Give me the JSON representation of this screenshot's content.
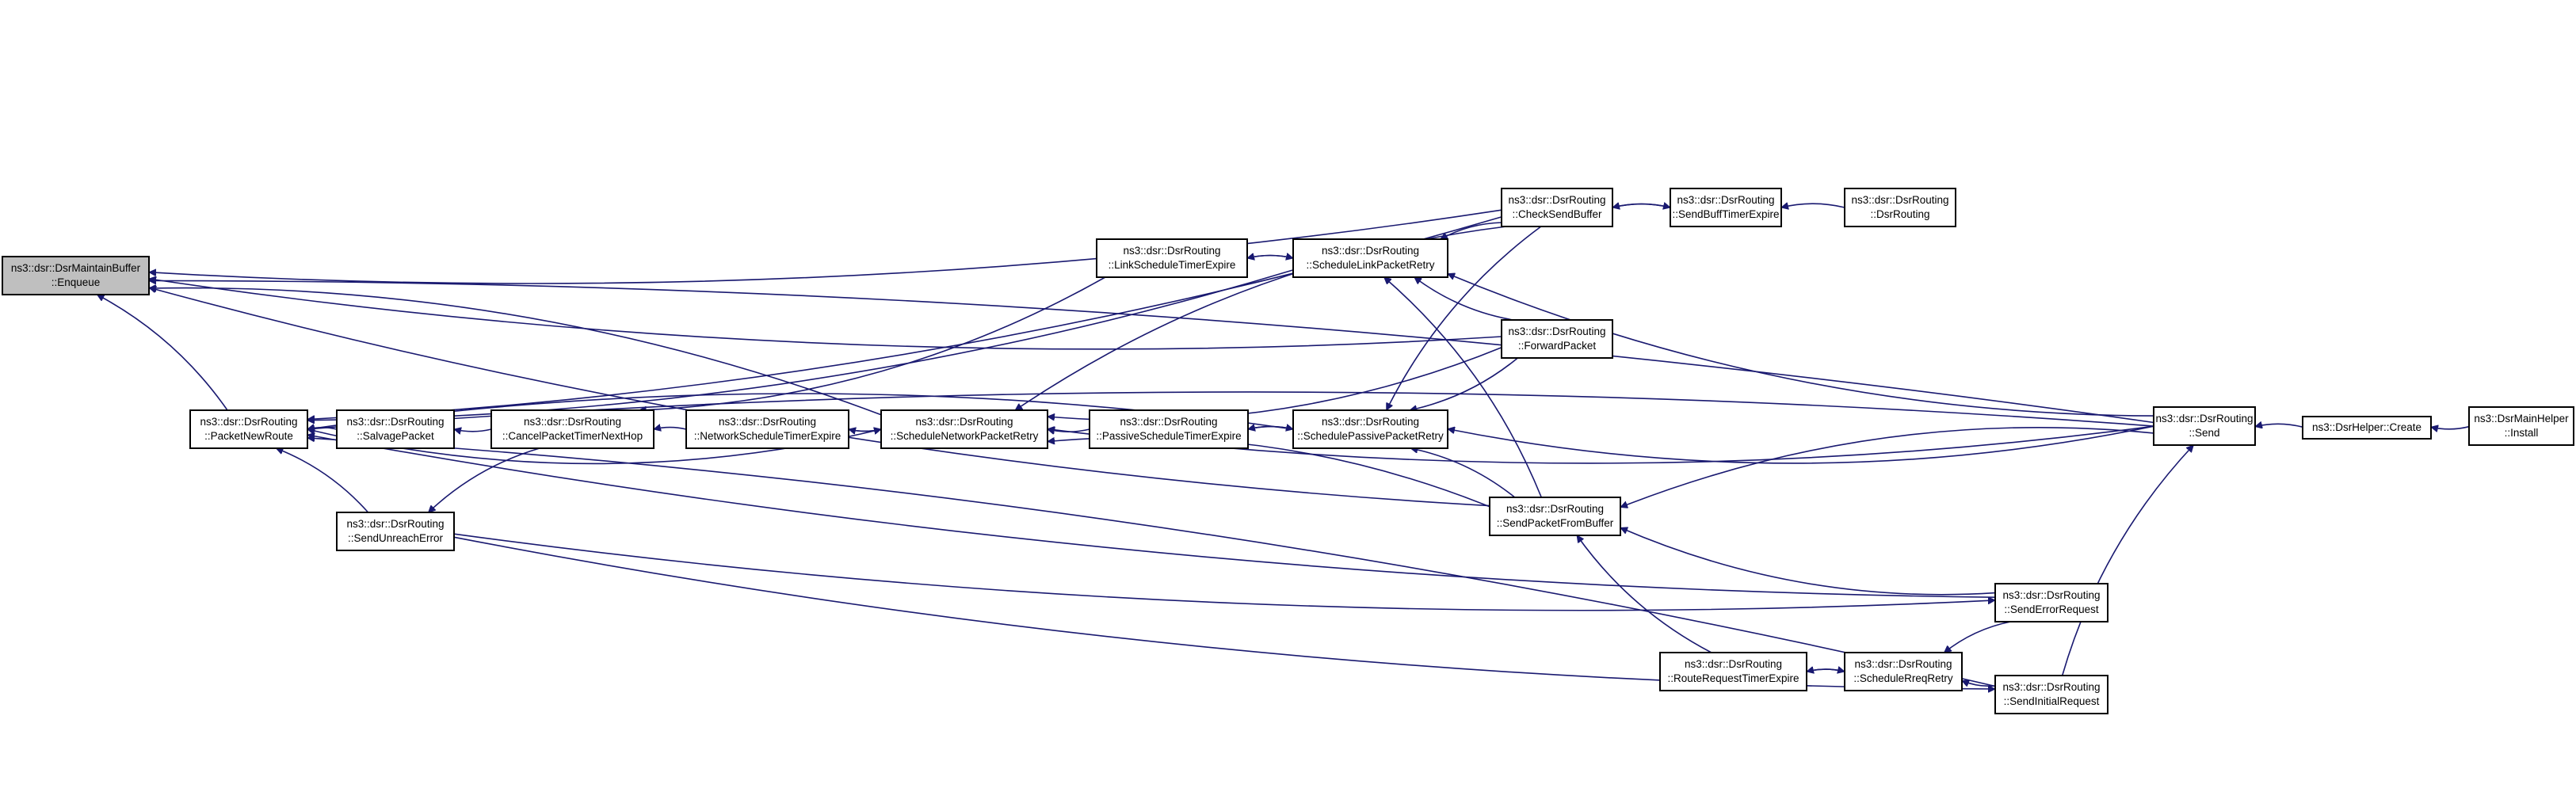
{
  "nodes": [
    {
      "id": "enqueue",
      "lines": [
        "ns3::dsr::DsrMaintainBuffer",
        "::Enqueue"
      ],
      "root": true
    },
    {
      "id": "packetNewRoute",
      "lines": [
        "ns3::dsr::DsrRouting",
        "::PacketNewRoute"
      ]
    },
    {
      "id": "salvagePacket",
      "lines": [
        "ns3::dsr::DsrRouting",
        "::SalvagePacket"
      ]
    },
    {
      "id": "cancelTimer",
      "lines": [
        "ns3::dsr::DsrRouting",
        "::CancelPacketTimerNextHop"
      ]
    },
    {
      "id": "netSchedTimer",
      "lines": [
        "ns3::dsr::DsrRouting",
        "::NetworkScheduleTimerExpire"
      ]
    },
    {
      "id": "schedNetRetry",
      "lines": [
        "ns3::dsr::DsrRouting",
        "::ScheduleNetworkPacketRetry"
      ]
    },
    {
      "id": "sendUnreach",
      "lines": [
        "ns3::dsr::DsrRouting",
        "::SendUnreachError"
      ]
    },
    {
      "id": "linkSchedTimer",
      "lines": [
        "ns3::dsr::DsrRouting",
        "::LinkScheduleTimerExpire"
      ]
    },
    {
      "id": "passiveSchedTimer",
      "lines": [
        "ns3::dsr::DsrRouting",
        "::PassiveScheduleTimerExpire"
      ]
    },
    {
      "id": "schedLinkRetry",
      "lines": [
        "ns3::dsr::DsrRouting",
        "::ScheduleLinkPacketRetry"
      ]
    },
    {
      "id": "schedPassiveRetry",
      "lines": [
        "ns3::dsr::DsrRouting",
        "::SchedulePassivePacketRetry"
      ]
    },
    {
      "id": "checkSendBuffer",
      "lines": [
        "ns3::dsr::DsrRouting",
        "::CheckSendBuffer"
      ]
    },
    {
      "id": "forwardPacket",
      "lines": [
        "ns3::dsr::DsrRouting",
        "::ForwardPacket"
      ]
    },
    {
      "id": "sendFromBuffer",
      "lines": [
        "ns3::dsr::DsrRouting",
        "::SendPacketFromBuffer"
      ]
    },
    {
      "id": "routeReqTimer",
      "lines": [
        "ns3::dsr::DsrRouting",
        "::RouteRequestTimerExpire"
      ]
    },
    {
      "id": "sendBuffTimer",
      "lines": [
        "ns3::dsr::DsrRouting",
        "::SendBuffTimerExpire"
      ]
    },
    {
      "id": "dsrRouting",
      "lines": [
        "ns3::dsr::DsrRouting",
        "::DsrRouting"
      ]
    },
    {
      "id": "schedRreqRetry",
      "lines": [
        "ns3::dsr::DsrRouting",
        "::ScheduleRreqRetry"
      ]
    },
    {
      "id": "sendErrorReq",
      "lines": [
        "ns3::dsr::DsrRouting",
        "::SendErrorRequest"
      ]
    },
    {
      "id": "sendInitialReq",
      "lines": [
        "ns3::dsr::DsrRouting",
        "::SendInitialRequest"
      ]
    },
    {
      "id": "send",
      "lines": [
        "ns3::dsr::DsrRouting",
        "::Send"
      ]
    },
    {
      "id": "helperCreate",
      "lines": [
        "ns3::DsrHelper::Create"
      ]
    },
    {
      "id": "mainHelperInstall",
      "lines": [
        "ns3::DsrMainHelper",
        "::Install"
      ]
    }
  ],
  "edges": [
    {
      "from": "packetNewRoute",
      "to": "enqueue"
    },
    {
      "from": "checkSendBuffer",
      "to": "enqueue"
    },
    {
      "from": "send",
      "to": "enqueue"
    },
    {
      "from": "forwardPacket",
      "to": "enqueue"
    },
    {
      "from": "schedNetRetry",
      "to": "enqueue"
    },
    {
      "from": "sendFromBuffer",
      "to": "enqueue"
    },
    {
      "from": "salvagePacket",
      "to": "packetNewRoute"
    },
    {
      "from": "schedNetRetry",
      "to": "packetNewRoute"
    },
    {
      "from": "sendUnreach",
      "to": "packetNewRoute"
    },
    {
      "from": "schedLinkRetry",
      "to": "packetNewRoute"
    },
    {
      "from": "schedPassiveRetry",
      "to": "packetNewRoute"
    },
    {
      "from": "checkSendBuffer",
      "to": "packetNewRoute"
    },
    {
      "from": "send",
      "to": "packetNewRoute"
    },
    {
      "from": "sendErrorReq",
      "to": "packetNewRoute"
    },
    {
      "from": "sendInitialReq",
      "to": "packetNewRoute"
    },
    {
      "from": "cancelTimer",
      "to": "salvagePacket"
    },
    {
      "from": "netSchedTimer",
      "to": "cancelTimer"
    },
    {
      "from": "linkSchedTimer",
      "to": "cancelTimer"
    },
    {
      "from": "cancelTimer",
      "to": "sendUnreach"
    },
    {
      "from": "schedNetRetry",
      "to": "netSchedTimer"
    },
    {
      "from": "netSchedTimer",
      "to": "schedNetRetry"
    },
    {
      "from": "passiveSchedTimer",
      "to": "schedNetRetry"
    },
    {
      "from": "checkSendBuffer",
      "to": "schedNetRetry"
    },
    {
      "from": "forwardPacket",
      "to": "schedNetRetry"
    },
    {
      "from": "sendFromBuffer",
      "to": "schedNetRetry"
    },
    {
      "from": "send",
      "to": "schedNetRetry"
    },
    {
      "from": "schedLinkRetry",
      "to": "linkSchedTimer"
    },
    {
      "from": "linkSchedTimer",
      "to": "schedLinkRetry"
    },
    {
      "from": "schedPassiveRetry",
      "to": "passiveSchedTimer"
    },
    {
      "from": "passiveSchedTimer",
      "to": "schedPassiveRetry"
    },
    {
      "from": "checkSendBuffer",
      "to": "schedLinkRetry"
    },
    {
      "from": "forwardPacket",
      "to": "schedLinkRetry"
    },
    {
      "from": "sendFromBuffer",
      "to": "schedLinkRetry"
    },
    {
      "from": "send",
      "to": "schedLinkRetry"
    },
    {
      "from": "checkSendBuffer",
      "to": "schedPassiveRetry"
    },
    {
      "from": "forwardPacket",
      "to": "schedPassiveRetry"
    },
    {
      "from": "sendFromBuffer",
      "to": "schedPassiveRetry"
    },
    {
      "from": "send",
      "to": "schedPassiveRetry"
    },
    {
      "from": "sendBuffTimer",
      "to": "checkSendBuffer"
    },
    {
      "from": "checkSendBuffer",
      "to": "sendBuffTimer"
    },
    {
      "from": "dsrRouting",
      "to": "sendBuffTimer"
    },
    {
      "from": "routeReqTimer",
      "to": "sendFromBuffer"
    },
    {
      "from": "send",
      "to": "sendFromBuffer"
    },
    {
      "from": "sendErrorReq",
      "to": "sendFromBuffer"
    },
    {
      "from": "schedRreqRetry",
      "to": "routeReqTimer"
    },
    {
      "from": "routeReqTimer",
      "to": "schedRreqRetry"
    },
    {
      "from": "sendErrorReq",
      "to": "schedRreqRetry"
    },
    {
      "from": "sendInitialReq",
      "to": "schedRreqRetry"
    },
    {
      "from": "sendUnreach",
      "to": "sendErrorReq"
    },
    {
      "from": "sendInitialReq",
      "to": "send"
    },
    {
      "from": "helperCreate",
      "to": "send"
    },
    {
      "from": "mainHelperInstall",
      "to": "helperCreate"
    },
    {
      "from": "sendUnreach",
      "to": "sendInitialReq"
    }
  ]
}
